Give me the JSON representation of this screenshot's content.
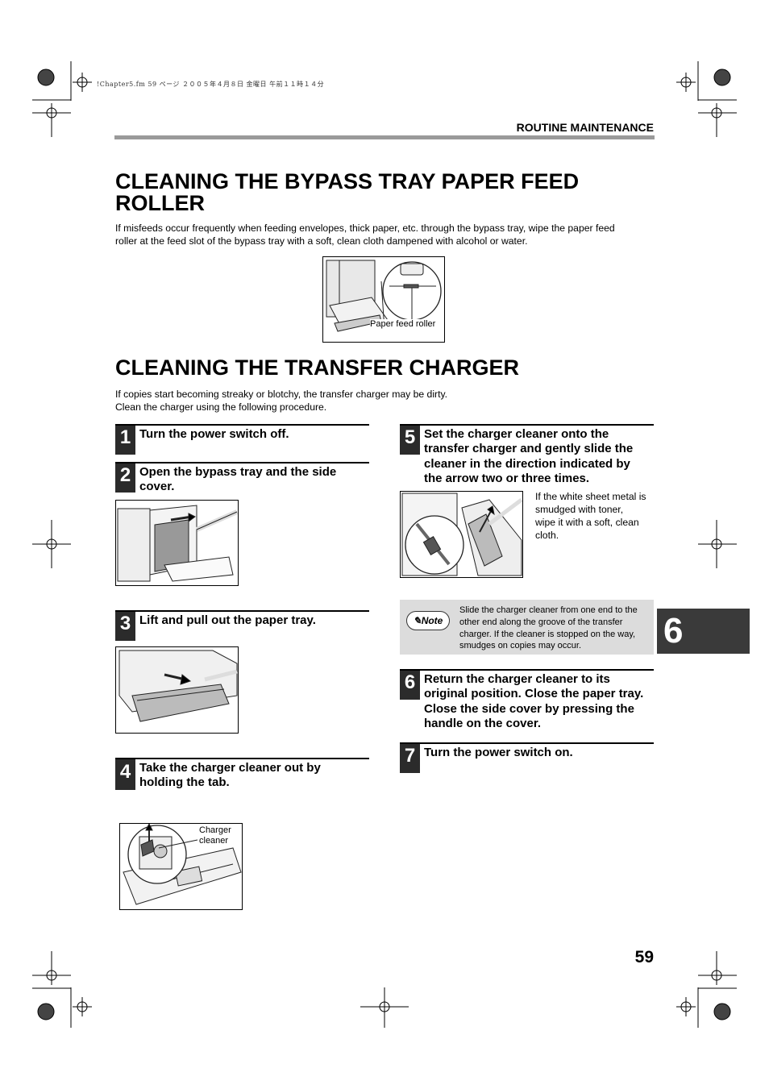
{
  "file_info": "!Chapter5.fm  59 ページ  ２００５年４月８日  金曜日  午前１１時１４分",
  "header": {
    "section": "ROUTINE MAINTENANCE"
  },
  "section1": {
    "title_line1": "CLEANING THE BYPASS TRAY PAPER FEED",
    "title_line2": "ROLLER",
    "body_line1": "If misfeeds occur frequently when feeding envelopes, thick paper, etc. through the bypass tray, wipe the paper feed",
    "body_line2": "roller at the feed slot of the bypass tray with a soft, clean cloth dampened with alcohol or water.",
    "figure_callout": "Paper feed roller"
  },
  "section2": {
    "title": "CLEANING THE TRANSFER CHARGER",
    "body_line1": "If copies start becoming streaky or blotchy, the transfer charger may be dirty.",
    "body_line2": "Clean the charger using the following procedure."
  },
  "steps": [
    {
      "num": "1",
      "lines": [
        "Turn the power switch off."
      ]
    },
    {
      "num": "2",
      "lines": [
        "Open the bypass tray and the side",
        "cover."
      ]
    },
    {
      "num": "3",
      "lines": [
        "Lift and pull out the paper tray."
      ]
    },
    {
      "num": "4",
      "lines": [
        "Take the charger cleaner out by",
        "holding the tab."
      ],
      "callout_line1": "Charger",
      "callout_line2": "cleaner"
    },
    {
      "num": "5",
      "lines": [
        "Set the charger cleaner onto the",
        "transfer charger and gently slide the",
        "cleaner in the direction indicated by",
        "the arrow two or three times."
      ],
      "side_lines": [
        "If the white sheet metal is",
        "smudged with toner,",
        "wipe it with a soft, clean",
        "cloth."
      ]
    },
    {
      "num": "6",
      "lines": [
        "Return the charger cleaner to its",
        "original position. Close the paper tray.",
        "Close the side cover by pressing the",
        "handle on the cover."
      ]
    },
    {
      "num": "7",
      "lines": [
        "Turn the power switch on."
      ]
    }
  ],
  "note": {
    "badge": "Note",
    "lines": [
      "Slide the charger cleaner from one end to the",
      "other end along the groove of the transfer",
      "charger. If the cleaner is stopped on the way,",
      "smudges on copies may occur."
    ]
  },
  "chapter_tab": "6",
  "page_number": "59"
}
